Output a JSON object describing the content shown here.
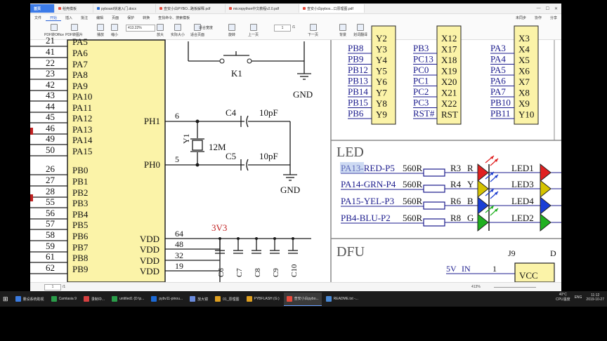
{
  "tabs": [
    {
      "label": "首页",
      "kind": "home"
    },
    {
      "label": "稻壳模板",
      "kind": "normal",
      "color": "#e94b3c"
    },
    {
      "label": "pyboard快速入门.docx",
      "kind": "normal",
      "color": "#2b6ed6"
    },
    {
      "label": "查安小白PYBO...路板解释.pdf",
      "kind": "normal",
      "color": "#e94b3c"
    },
    {
      "label": "micropython中文教程v2.0.pdf",
      "kind": "normal",
      "color": "#e94b3c"
    },
    {
      "label": "查安小白pybos...口原理图.pdf",
      "kind": "active",
      "color": "#e94b3c"
    }
  ],
  "menu": [
    "文件",
    "开始",
    "插入",
    "批注",
    "编辑",
    "页面",
    "保护",
    "转换",
    "查找命令、搜索模板"
  ],
  "menu_right": [
    "未同步",
    "协作",
    "分享"
  ],
  "ribbon": {
    "buttons": [
      "PDF转Office",
      "PDF转图片",
      "播放",
      "缩小",
      "放大",
      "实际大小",
      "适合页面",
      "旋转",
      "上一页",
      "下一页",
      "背景",
      "划词翻译"
    ],
    "zoom": "413.22%",
    "page": "1",
    "page_total": "/1",
    "fit_width": "适合宽度",
    "fit_page": "适合页面"
  },
  "schematic": {
    "left_pins": [
      {
        "num": "21",
        "name": "PA5"
      },
      {
        "num": "41",
        "name": "PA6"
      },
      {
        "num": "22",
        "name": "PA7"
      },
      {
        "num": "23",
        "name": "PA8"
      },
      {
        "num": "42",
        "name": "PA9"
      },
      {
        "num": "43",
        "name": "PA10"
      },
      {
        "num": "44",
        "name": "PA11"
      },
      {
        "num": "45",
        "name": "PA12"
      },
      {
        "num": "46",
        "name": "PA13"
      },
      {
        "num": "49",
        "name": "PA14"
      },
      {
        "num": "50",
        "name": "PA15"
      },
      {
        "num": "26",
        "name": "PB0"
      },
      {
        "num": "27",
        "name": "PB1"
      },
      {
        "num": "28",
        "name": "PB2"
      },
      {
        "num": "55",
        "name": "PB3"
      },
      {
        "num": "56",
        "name": "PB4"
      },
      {
        "num": "57",
        "name": "PB5"
      },
      {
        "num": "58",
        "name": "PB6"
      },
      {
        "num": "59",
        "name": "PB7"
      },
      {
        "num": "61",
        "name": "PB8"
      },
      {
        "num": "62",
        "name": "PB9"
      }
    ],
    "ph": [
      {
        "name": "PH1",
        "num": "6"
      },
      {
        "name": "PH0",
        "num": "5"
      }
    ],
    "vdd": [
      {
        "name": "VDD",
        "num": "64"
      },
      {
        "name": "VDD",
        "num": "48"
      },
      {
        "name": "VDD",
        "num": "32"
      },
      {
        "name": "VDD",
        "num": "19"
      }
    ],
    "crystal": {
      "ref": "Y1",
      "value": "12M"
    },
    "caps": [
      {
        "ref": "C4",
        "value": "10pF"
      },
      {
        "ref": "C5",
        "value": "10pF"
      }
    ],
    "decoupling": [
      "C6",
      "C7",
      "C8",
      "C9",
      "C10"
    ],
    "supply": "3V3",
    "switch": "K1",
    "gnd": "GND",
    "conn_cols": [
      {
        "left": [
          "PB8",
          "PB9",
          "PB12",
          "PB13",
          "PB14",
          "PB15",
          "PB6"
        ],
        "right": [
          "Y2",
          "Y3",
          "Y4",
          "Y5",
          "Y6",
          "Y7",
          "Y8",
          "Y9"
        ]
      },
      {
        "left": [
          "PB3",
          "PC13",
          "PC0",
          "PC1",
          "PC2",
          "PC3",
          "RST#"
        ],
        "right": [
          "X12",
          "X17",
          "X18",
          "X19",
          "X20",
          "X21",
          "X22",
          "RST"
        ]
      },
      {
        "left": [
          "PA3",
          "PA4",
          "PA5",
          "PA6",
          "PA7",
          "PB10",
          "PB11"
        ],
        "right": [
          "X3",
          "X4",
          "X5",
          "X6",
          "X7",
          "X8",
          "X9",
          "Y10"
        ]
      }
    ],
    "led_title": "LED",
    "leds": [
      {
        "net": "PA13-RED-P5",
        "rval": "560R",
        "rref": "R3",
        "color_letter": "R",
        "led": "LED1",
        "fill": "#e02020",
        "arrow": "#e02020"
      },
      {
        "net": "PA14-GRN-P4",
        "rval": "560R",
        "rref": "R4",
        "color_letter": "Y",
        "led": "LED3",
        "fill": "#d6c400",
        "arrow": "#2040d0"
      },
      {
        "net": "PA15-YEL-P3",
        "rval": "560R",
        "rref": "R6",
        "color_letter": "B",
        "led": "LED4",
        "fill": "#1a3fd6",
        "arrow": "#2040d0"
      },
      {
        "net": "PB4-BLU-P2",
        "rval": "560R",
        "rref": "R8",
        "color_letter": "G",
        "led": "LED2",
        "fill": "#20b020",
        "arrow": "#20b020"
      }
    ],
    "dfu_title": "DFU",
    "dfu": {
      "connector": "J9",
      "pin_label": "5V",
      "pin_name": "IN",
      "pin_num": "1",
      "vcc": "VCC",
      "extra": "D"
    }
  },
  "status": {
    "page": "1",
    "page_total": "/1",
    "zoom": "413%"
  },
  "taskbar": {
    "apps": [
      {
        "label": "量设系统助视",
        "color": "#3a7be0"
      },
      {
        "label": "Camtasia 9",
        "color": "#2a9d4a"
      },
      {
        "label": "录制中...",
        "color": "#d64040"
      },
      {
        "label": "untitled1 (D:\\p...",
        "color": "#2a9d4a"
      },
      {
        "label": "pybv11-pinou...",
        "color": "#1c6ad6"
      },
      {
        "label": "放大镜",
        "color": "#6a8adb"
      },
      {
        "label": "01_原理图",
        "color": "#e0a020"
      },
      {
        "label": "PYBFLASH (G:)",
        "color": "#e0a020"
      },
      {
        "label": "查安小白pybo...",
        "color": "#e94b3c",
        "active": true
      },
      {
        "label": "README.txt -...",
        "color": "#4a8ad6"
      }
    ],
    "temp": "40°C",
    "cpu": "CPU温度",
    "lang": "ENG",
    "time": "11:12",
    "date": "2019-10-27"
  },
  "colors": {
    "chip_fill": "#fbf3a8",
    "wire": "#1a1a1a",
    "net_blue": "#1a1a8c",
    "pin_red": "#c02020",
    "border_gray": "#8a8a8a"
  }
}
